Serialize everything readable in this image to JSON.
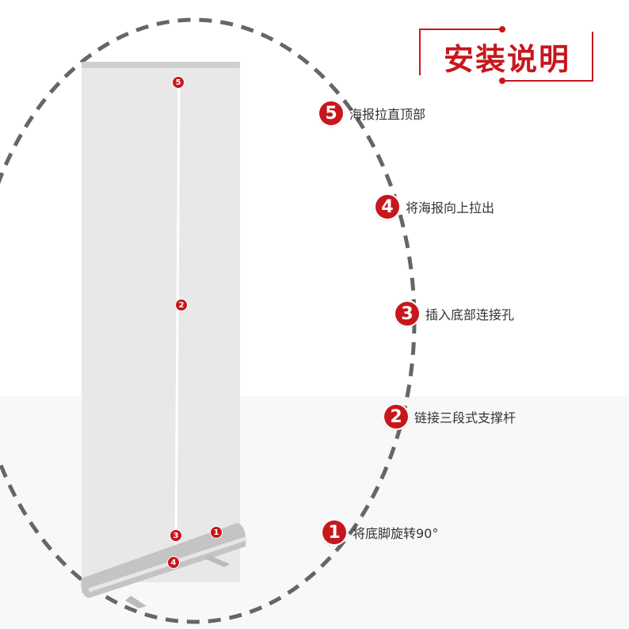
{
  "title": "安装说明",
  "steps": [
    {
      "num": "5",
      "text": "海报拉直顶部"
    },
    {
      "num": "4",
      "text": "将海报向上拉出"
    },
    {
      "num": "3",
      "text": "插入底部连接孔"
    },
    {
      "num": "2",
      "text": "链接三段式支撑杆"
    },
    {
      "num": "1",
      "text": "将底脚旋转90°"
    }
  ],
  "colors": {
    "accent": "#c8161d",
    "dash": "#666666"
  }
}
